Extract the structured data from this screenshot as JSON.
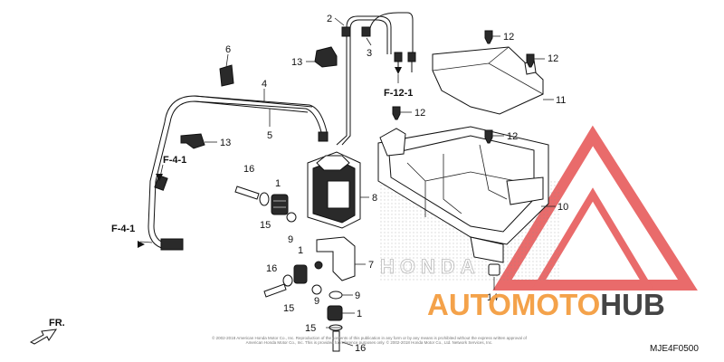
{
  "callouts": {
    "c1a": "1",
    "c1b": "1",
    "c1c": "1",
    "c2": "2",
    "c3": "3",
    "c4": "4",
    "c5": "5",
    "c6": "6",
    "c7": "7",
    "c8": "8",
    "c9a": "9",
    "c9b": "9",
    "c9c": "9",
    "c10": "10",
    "c11": "11",
    "c12a": "12",
    "c12b": "12",
    "c12c": "12",
    "c12d": "12",
    "c13a": "13",
    "c13b": "13",
    "c14": "14",
    "c15a": "15",
    "c15b": "15",
    "c15c": "15",
    "c16a": "16",
    "c16b": "16",
    "c16c": "16"
  },
  "references": {
    "f41a": "F-4-1",
    "f41b": "F-4-1",
    "f121": "F-12-1",
    "front": "FR."
  },
  "copyright": "© 2002-2018 American Honda Motor Co., Inc. Reproduction of the contents of this publication in any form or by any means is prohibited without the express written approval of American Honda Motor Co., Inc. This is provided for reference purposes only. © 2002-2018 Honda Motor Co., Ltd. Network Services, Inc.",
  "diagram_code": "MJE4F0500",
  "watermark": {
    "brand_a": "AUTO",
    "brand_b": "MOTO",
    "brand_c": "HUB",
    "emboss": "HONDA"
  },
  "colors": {
    "watermark_orange": "#f4a24a",
    "watermark_red": "#e23a3a",
    "watermark_dark": "#444444"
  }
}
